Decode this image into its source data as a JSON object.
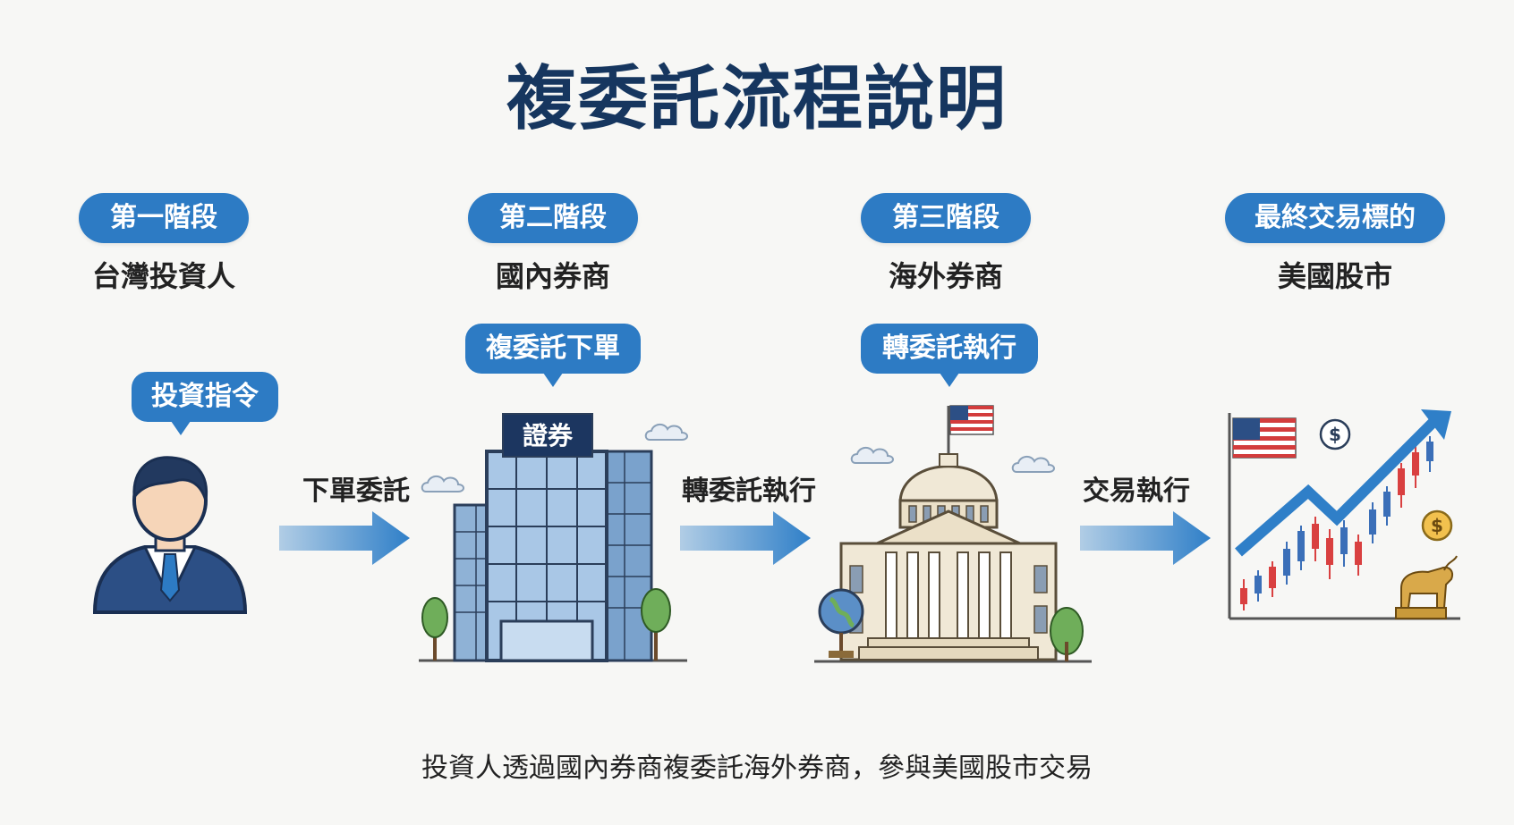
{
  "title": "複委託流程說明",
  "stages": [
    {
      "badge": "第一階段",
      "name": "台灣投資人"
    },
    {
      "badge": "第二階段",
      "name": "國內券商"
    },
    {
      "badge": "第三階段",
      "name": "海外券商"
    },
    {
      "badge": "最終交易標的",
      "name": "美國股市"
    }
  ],
  "bubbles": {
    "investor": "投資指令",
    "domestic": "複委託下單",
    "overseas": "轉委託執行"
  },
  "arrows": [
    "下單委託",
    "轉委託執行",
    "交易執行"
  ],
  "building_sign": "證券",
  "footer": "投資人透過國內券商複委託海外券商，參與美國股市交易",
  "colors": {
    "title": "#16365f",
    "accent": "#2d7bc4",
    "arrow": "#2f7fc8",
    "chart_line": "#2f7fc8",
    "candle_up": "#3b6fb8",
    "candle_down": "#d94040"
  },
  "icons": [
    "investor-icon",
    "office-building-icon",
    "capitol-building-icon",
    "us-flag-icon",
    "globe-icon",
    "stock-chart-icon",
    "dollar-coin-icon",
    "bull-statue-icon",
    "cloud-icon",
    "tree-icon"
  ]
}
